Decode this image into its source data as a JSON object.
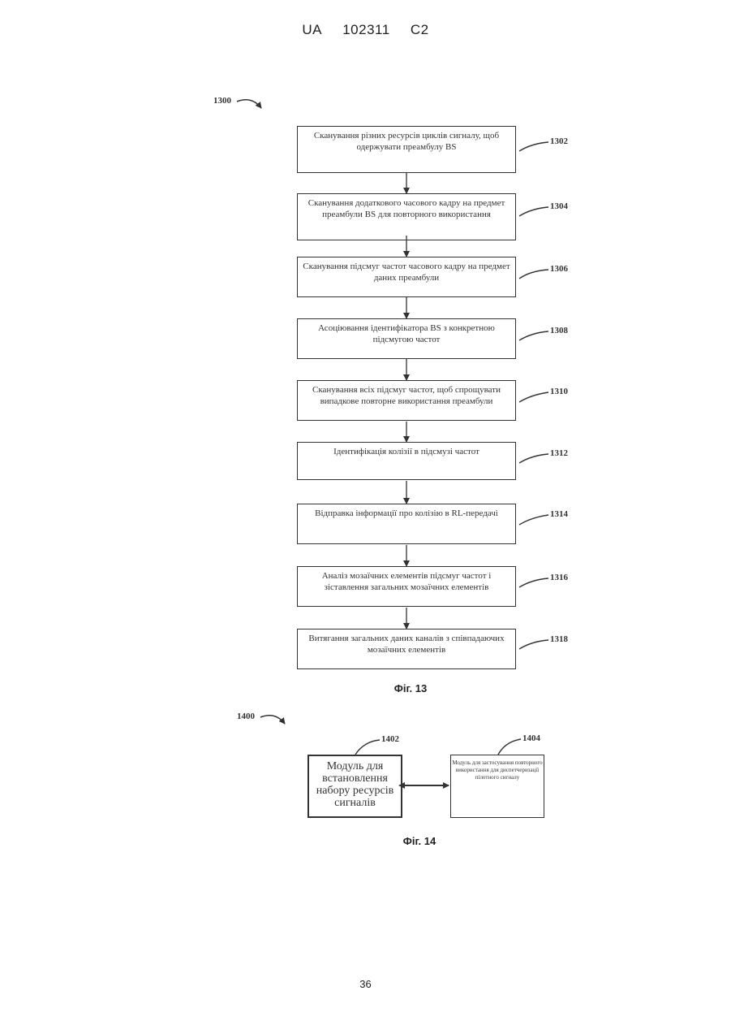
{
  "header": {
    "country": "UA",
    "number": "102311",
    "kind": "C2"
  },
  "fig13": {
    "ref": "1300",
    "caption": "Фіг. 13",
    "steps": [
      {
        "ref": "1302",
        "text": "Сканування різних ресурсів циклів сигналу, щоб одержувати преамбулу BS"
      },
      {
        "ref": "1304",
        "text": "Сканування додаткового часового кадру на предмет преамбули BS для повторного використання"
      },
      {
        "ref": "1306",
        "text": "Сканування підсмуг частот часового кадру на предмет даних преамбули"
      },
      {
        "ref": "1308",
        "text": "Асоціювання ідентифікатора BS з конкретною підсмугою частот"
      },
      {
        "ref": "1310",
        "text": "Сканування всіх підсмуг частот, щоб спрощувати випадкове повторне використання преамбули"
      },
      {
        "ref": "1312",
        "text": "Ідентифікація колізії в підсмузі частот"
      },
      {
        "ref": "1314",
        "text": "Відправка інформації про колізію в RL-передачі"
      },
      {
        "ref": "1316",
        "text": "Аналіз мозаїчних елементів підсмуг частот і зіставлення загальних мозаїчних елементів"
      },
      {
        "ref": "1318",
        "text": "Витягання загальних даних каналів з співпадаючих мозаїчних елементів"
      }
    ]
  },
  "fig14": {
    "ref": "1400",
    "caption": "Фіг. 14",
    "module1": {
      "ref": "1402",
      "text": "Модуль для встановлення набору ресурсів сигналів"
    },
    "module2": {
      "ref": "1404",
      "text": "Модуль для застосування повторного використання для диспетчеризації пілотного сигналу"
    }
  },
  "page_number": "36"
}
